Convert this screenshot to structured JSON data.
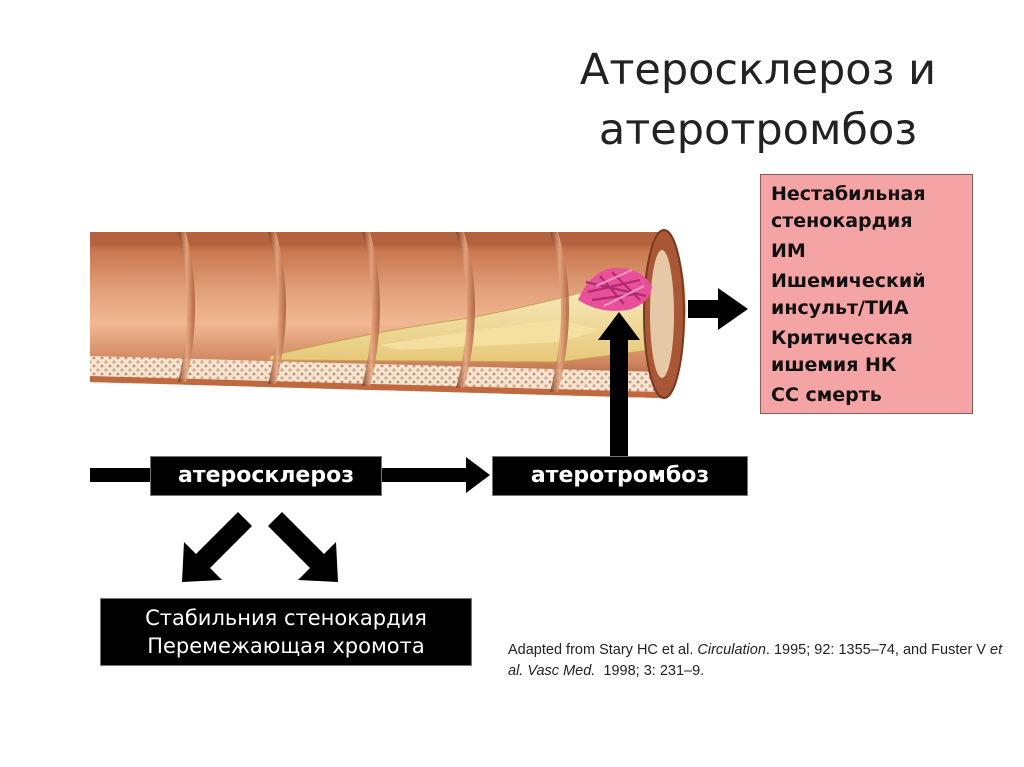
{
  "slide": {
    "title_line1": "Атеросклероз и",
    "title_line2": "атеротромбоз"
  },
  "outcomes": {
    "items": [
      "Нестабильная\nстенокардия",
      "ИМ",
      "Ишемический\nинсульт/ТИА",
      "Критическая\nишемия НК",
      "СС смерть"
    ]
  },
  "stages": {
    "atherosclerosis": "атеросклероз",
    "atherothrombosis": "атеротромбоз"
  },
  "stable": {
    "line1": "Стабильния стенокардия",
    "line2": "Перемежающая хромота"
  },
  "citation": {
    "part1": "Adapted from Stary HC et al. ",
    "journal1": "Circulation",
    "part2": ". 1995; 92: 1355–74, and Fuster V ",
    "etal": "et al.",
    "space": " ",
    "journal2": "Vasc Med.",
    "part3": "  1998; 3: 231–9."
  },
  "colors": {
    "outcome_box": "#f4a4a4",
    "arrow": "#000000",
    "artery_wall": "#c8704a",
    "plaque": "#f0d890",
    "thrombus": "#e8509a"
  },
  "icons": {
    "vessel": "artery-cross-section-illustration",
    "arrows": "black-arrow"
  }
}
